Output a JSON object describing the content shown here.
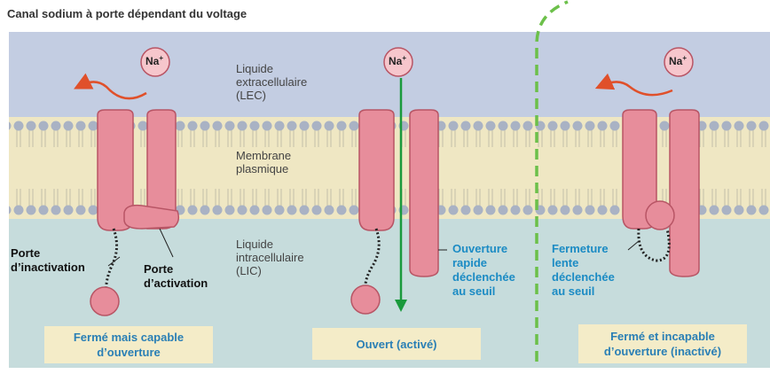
{
  "title": "Canal sodium à porte dépendant du voltage",
  "ion": {
    "symbol": "Na",
    "charge": "+"
  },
  "regions": {
    "lec": [
      "Liquide",
      "extracellulaire",
      "(LEC)"
    ],
    "membrane": [
      "Membrane",
      "plasmique"
    ],
    "lic": [
      "Liquide",
      "intracellulaire",
      "(LIC)"
    ]
  },
  "gates": {
    "inactivation": [
      "Porte",
      "d’inactivation"
    ],
    "activation": [
      "Porte",
      "d’activation"
    ]
  },
  "notes": {
    "open": [
      "Ouverture",
      "rapide",
      "déclenchée",
      "au seuil"
    ],
    "close": [
      "Fermeture",
      "lente",
      "déclenchée",
      "au seuil"
    ]
  },
  "captions": {
    "closed": [
      "Fermé mais capable",
      "d’ouverture"
    ],
    "open": [
      "Ouvert (activé)"
    ],
    "inactive": [
      "Fermé et incapable",
      "d’ouverture (inactivé)"
    ]
  },
  "colors": {
    "extracellular": "#c3cde2",
    "membrane": "#efe7c3",
    "intracellular": "#c6dcdc",
    "protein": "#e78d9b",
    "arrow_red": "#e0502a",
    "arrow_green": "#1a9a3c",
    "divider": "#6cc04a",
    "accent_blue": "#1b8bc4"
  }
}
